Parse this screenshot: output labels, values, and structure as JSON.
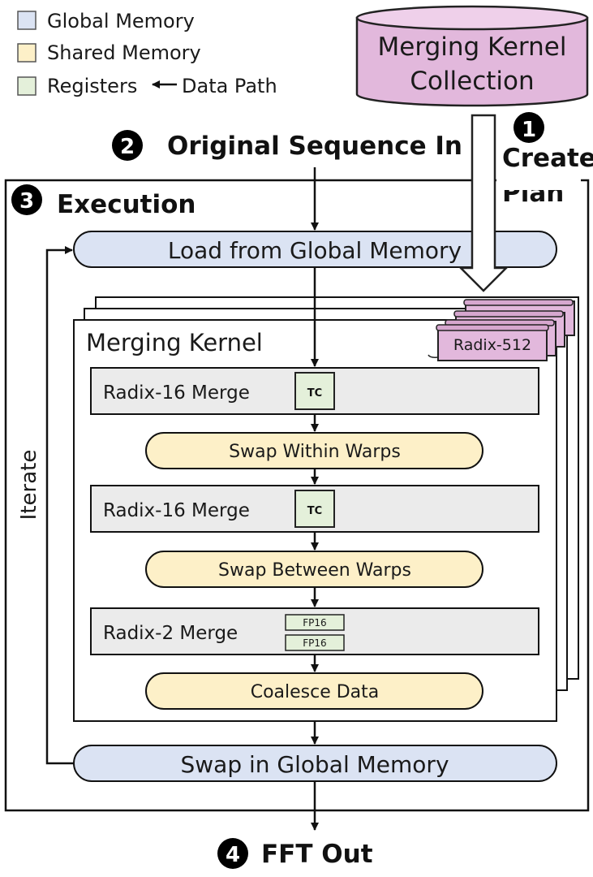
{
  "legend": {
    "global_memory": "Global Memory",
    "shared_memory": "Shared Memory",
    "registers": "Registers",
    "data_path": "Data Path"
  },
  "collection": {
    "line1": "Merging Kernel",
    "line2": "Collection"
  },
  "steps": {
    "s1": {
      "num": "1",
      "label_line1": "Create",
      "label_line2": "Plan"
    },
    "s2": {
      "num": "2",
      "label": "Original Sequence In"
    },
    "s3": {
      "num": "3",
      "label": "Execution"
    },
    "s4": {
      "num": "4",
      "label": "FFT Out"
    }
  },
  "iterate": "Iterate",
  "load_global": "Load from Global Memory",
  "swap_global": "Swap in Global Memory",
  "merging_kernel": {
    "title": "Merging Kernel",
    "radix_tag": "Radix-512",
    "stages": [
      {
        "label": "Radix-16 Merge",
        "units": [
          "TC"
        ]
      },
      {
        "label": "Swap Within Warps"
      },
      {
        "label": "Radix-16 Merge",
        "units": [
          "TC"
        ]
      },
      {
        "label": "Swap Between Warps"
      },
      {
        "label": "Radix-2 Merge",
        "units": [
          "FP16",
          "FP16"
        ]
      },
      {
        "label": "Coalesce Data"
      }
    ]
  },
  "colors": {
    "global_memory": "#dbe3f3",
    "shared_memory": "#fdf0c8",
    "registers": "#e4f0da",
    "stage_box": "#ebebeb",
    "collection": "#e2b8dc"
  }
}
